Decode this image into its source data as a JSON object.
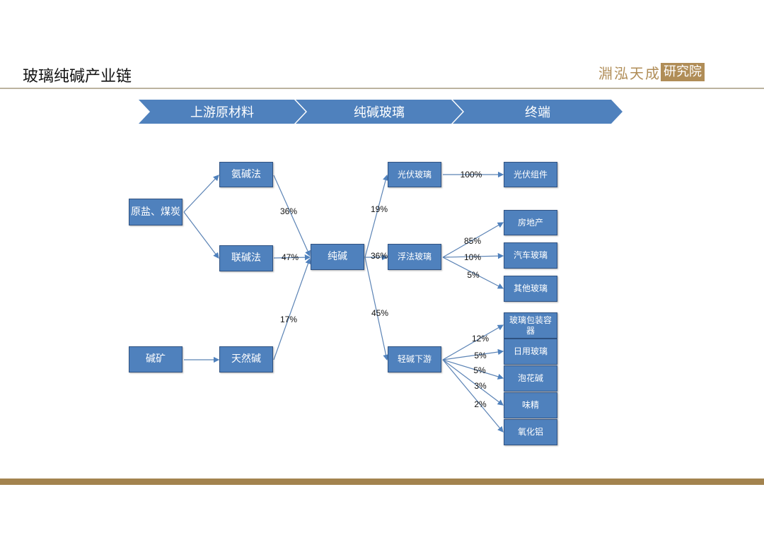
{
  "header": {
    "title": "玻璃纯碱产业链",
    "logo_text_a": "淵泓天成",
    "logo_text_b": "研究院"
  },
  "stages": [
    "上游原材料",
    "纯碱玻璃",
    "终端"
  ],
  "nodes": {
    "salt_coal": "原盐、煤炭",
    "ammonia_soda": "氨碱法",
    "joint_soda": "联碱法",
    "trona_ore": "碱矿",
    "natural_soda": "天然碱",
    "soda_ash": "纯碱",
    "pv_glass": "光伏玻璃",
    "float_glass": "浮法玻璃",
    "light_soda": "轻碱下游",
    "pv_module": "光伏组件",
    "real_estate": "房地产",
    "auto_glass": "汽车玻璃",
    "other_glass": "其他玻璃",
    "glass_container": "玻璃包装容器",
    "daily_glass": "日用玻璃",
    "sodium_silicate": "泡花碱",
    "msg": "味精",
    "alumina": "氧化铝"
  },
  "percentages": {
    "ammonia_to_soda": "36%",
    "joint_to_soda": "47%",
    "natural_to_soda": "17%",
    "soda_to_pv": "19%",
    "soda_to_float": "36%",
    "soda_to_light": "45%",
    "pv_to_module": "100%",
    "float_to_real_estate": "85%",
    "float_to_auto": "10%",
    "float_to_other": "5%",
    "light_to_container": "12%",
    "light_to_daily": "5%",
    "light_to_silicate": "5%",
    "light_to_msg": "3%",
    "light_to_alumina": "2%"
  },
  "colors": {
    "node": "#4f81bd",
    "accent": "#a3834e"
  }
}
